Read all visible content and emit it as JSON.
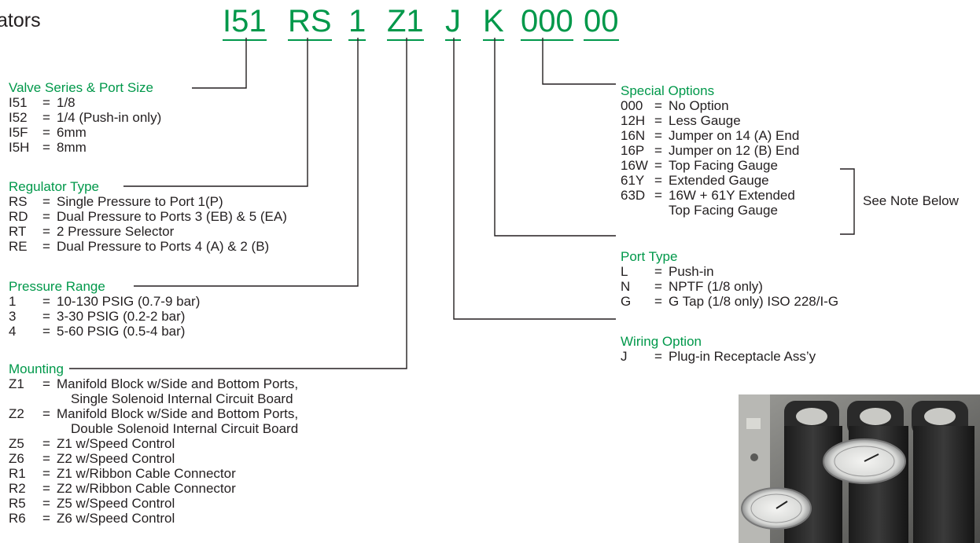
{
  "title": "ators",
  "model_code": [
    {
      "id": "series",
      "text": "I51"
    },
    {
      "id": "regulator",
      "text": "RS"
    },
    {
      "id": "pressure",
      "text": "1"
    },
    {
      "id": "mounting",
      "text": "Z1"
    },
    {
      "id": "wiring",
      "text": "J"
    },
    {
      "id": "port",
      "text": "K"
    },
    {
      "id": "special1",
      "text": "000"
    },
    {
      "id": "special2",
      "text": "00"
    }
  ],
  "sections": {
    "valve_series": {
      "title": "Valve Series & Port Size",
      "options": [
        {
          "code": "I51",
          "desc": "1/8"
        },
        {
          "code": "I52",
          "desc": "1/4 (Push-in only)"
        },
        {
          "code": "I5F",
          "desc": "6mm"
        },
        {
          "code": "I5H",
          "desc": "8mm"
        }
      ]
    },
    "regulator_type": {
      "title": "Regulator Type",
      "options": [
        {
          "code": "RS",
          "desc": "Single Pressure to Port 1(P)"
        },
        {
          "code": "RD",
          "desc": "Dual Pressure to Ports 3 (EB) & 5 (EA)"
        },
        {
          "code": "RT",
          "desc": "2 Pressure Selector"
        },
        {
          "code": "RE",
          "desc": "Dual Pressure to Ports 4 (A) & 2 (B)"
        }
      ]
    },
    "pressure_range": {
      "title": "Pressure Range",
      "options": [
        {
          "code": "1",
          "desc": "10-130 PSIG (0.7-9 bar)"
        },
        {
          "code": "3",
          "desc": "3-30 PSIG (0.2-2 bar)"
        },
        {
          "code": "4",
          "desc": "5-60 PSIG (0.5-4 bar)"
        }
      ]
    },
    "mounting": {
      "title": "Mounting",
      "options": [
        {
          "code": "Z1",
          "desc": "Manifold Block w/Side and Bottom Ports,",
          "desc2": "Single Solenoid Internal Circuit Board"
        },
        {
          "code": "Z2",
          "desc": "Manifold Block w/Side and Bottom Ports,",
          "desc2": "Double Solenoid Internal Circuit Board"
        },
        {
          "code": "Z5",
          "desc": "Z1 w/Speed Control"
        },
        {
          "code": "Z6",
          "desc": "Z2 w/Speed Control"
        },
        {
          "code": "R1",
          "desc": "Z1 w/Ribbon Cable Connector"
        },
        {
          "code": "R2",
          "desc": "Z2 w/Ribbon Cable Connector"
        },
        {
          "code": "R5",
          "desc": "Z5 w/Speed Control"
        },
        {
          "code": "R6",
          "desc": "Z6 w/Speed Control"
        }
      ]
    },
    "special_options": {
      "title": "Special Options",
      "options": [
        {
          "code": "000",
          "desc": "No Option"
        },
        {
          "code": "12H",
          "desc": "Less Gauge"
        },
        {
          "code": "16N",
          "desc": "Jumper on 14 (A) End"
        },
        {
          "code": "16P",
          "desc": "Jumper on 12 (B) End"
        },
        {
          "code": "16W",
          "desc": "Top Facing Gauge"
        },
        {
          "code": "61Y",
          "desc": "Extended Gauge"
        },
        {
          "code": "63D",
          "desc": "16W + 61Y Extended",
          "desc2": "Top Facing Gauge"
        }
      ],
      "note": "See Note Below"
    },
    "port_type": {
      "title": "Port Type",
      "options": [
        {
          "code": "L",
          "desc": "Push-in"
        },
        {
          "code": "N",
          "desc": "NPTF (1/8 only)"
        },
        {
          "code": "G",
          "desc": "G Tap (1/8 only) ISO 228/I-G"
        }
      ]
    },
    "wiring_option": {
      "title": "Wiring Option",
      "options": [
        {
          "code": "J",
          "desc": "Plug-in Receptacle Ass’y"
        }
      ]
    }
  },
  "eq": "=",
  "colors": {
    "accent": "#00984a",
    "text": "#231f20",
    "line": "#231f20"
  }
}
